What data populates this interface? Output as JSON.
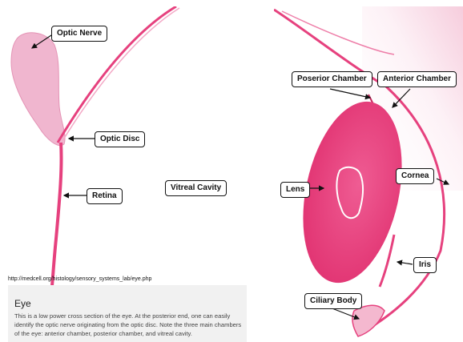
{
  "labels": {
    "optic_nerve": "Optic Nerve",
    "optic_disc": "Optic Disc",
    "retina": "Retina",
    "vitreal_cavity": "Vitreal Cavity",
    "posterior_chamber": "Poserior Chamber",
    "anterior_chamber": "Anterior Chamber",
    "lens": "Lens",
    "cornea": "Cornea",
    "iris": "Iris",
    "ciliary_body": "Ciliary Body"
  },
  "source_url": "http://medcell.org/histology/sensory_systems_lab/eye.php",
  "caption": {
    "title": "Eye",
    "body": "This is a low power cross section of the eye. At the posterior end, one can easily identify the optic nerve originating from the optic disc. Note the three main chambers of the eye: anterior chamber, posterior chamber, and vitreal cavity."
  },
  "colors": {
    "stain_pink": "#e6417e",
    "lens_pink": "#e83a78",
    "pale_pink": "#f0b6cf",
    "label_border": "#111111",
    "caption_bg": "#f1f1f1"
  }
}
